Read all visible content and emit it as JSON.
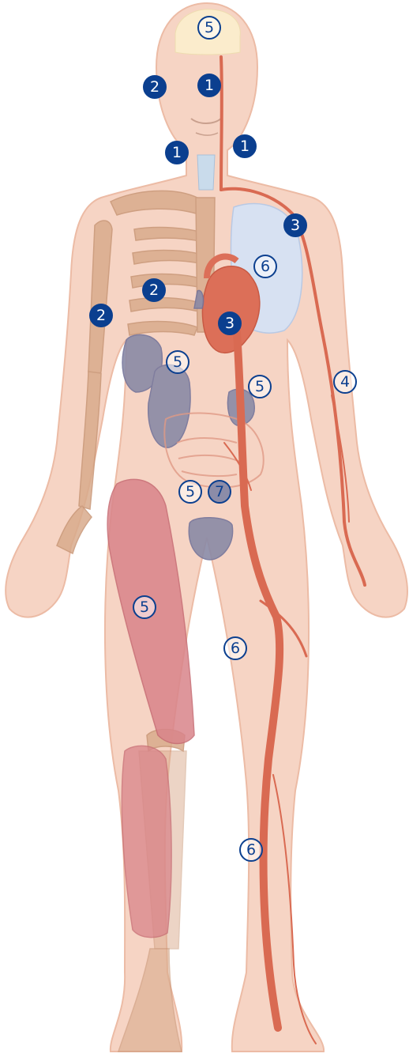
{
  "colors": {
    "marker_blue": "#0b3f8f",
    "skin": "#f6d4c4",
    "skin_shade": "#ecbba5",
    "bone": "#d9ab8c",
    "artery": "#d96a52",
    "muscle": "#d9848a",
    "organ_gray": "#8a8aa6",
    "lung": "#d7e1f2",
    "brain": "#fbeccc"
  },
  "markers": [
    {
      "label": "5",
      "style": "outline",
      "region": "brain"
    },
    {
      "label": "2",
      "style": "filled",
      "region": "head-left"
    },
    {
      "label": "1",
      "style": "filled",
      "region": "head-center"
    },
    {
      "label": "1",
      "style": "filled",
      "region": "neck-left"
    },
    {
      "label": "1",
      "style": "filled",
      "region": "neck-right"
    },
    {
      "label": "3",
      "style": "filled",
      "region": "shoulder-artery"
    },
    {
      "label": "6",
      "style": "outline",
      "region": "lung"
    },
    {
      "label": "2",
      "style": "filled",
      "region": "ribcage"
    },
    {
      "label": "2",
      "style": "filled",
      "region": "upper-arm"
    },
    {
      "label": "3",
      "style": "filled",
      "region": "heart"
    },
    {
      "label": "5",
      "style": "outline",
      "region": "kidney-left"
    },
    {
      "label": "5",
      "style": "outline",
      "region": "kidney-right"
    },
    {
      "label": "4",
      "style": "outline",
      "region": "forearm"
    },
    {
      "label": "5",
      "style": "outline",
      "region": "intestine"
    },
    {
      "label": "7",
      "style": "gray",
      "region": "intestine-gray"
    },
    {
      "label": "5",
      "style": "outline",
      "region": "thigh-muscle"
    },
    {
      "label": "6",
      "style": "outline",
      "region": "thigh"
    },
    {
      "label": "6",
      "style": "outline",
      "region": "shin"
    }
  ]
}
